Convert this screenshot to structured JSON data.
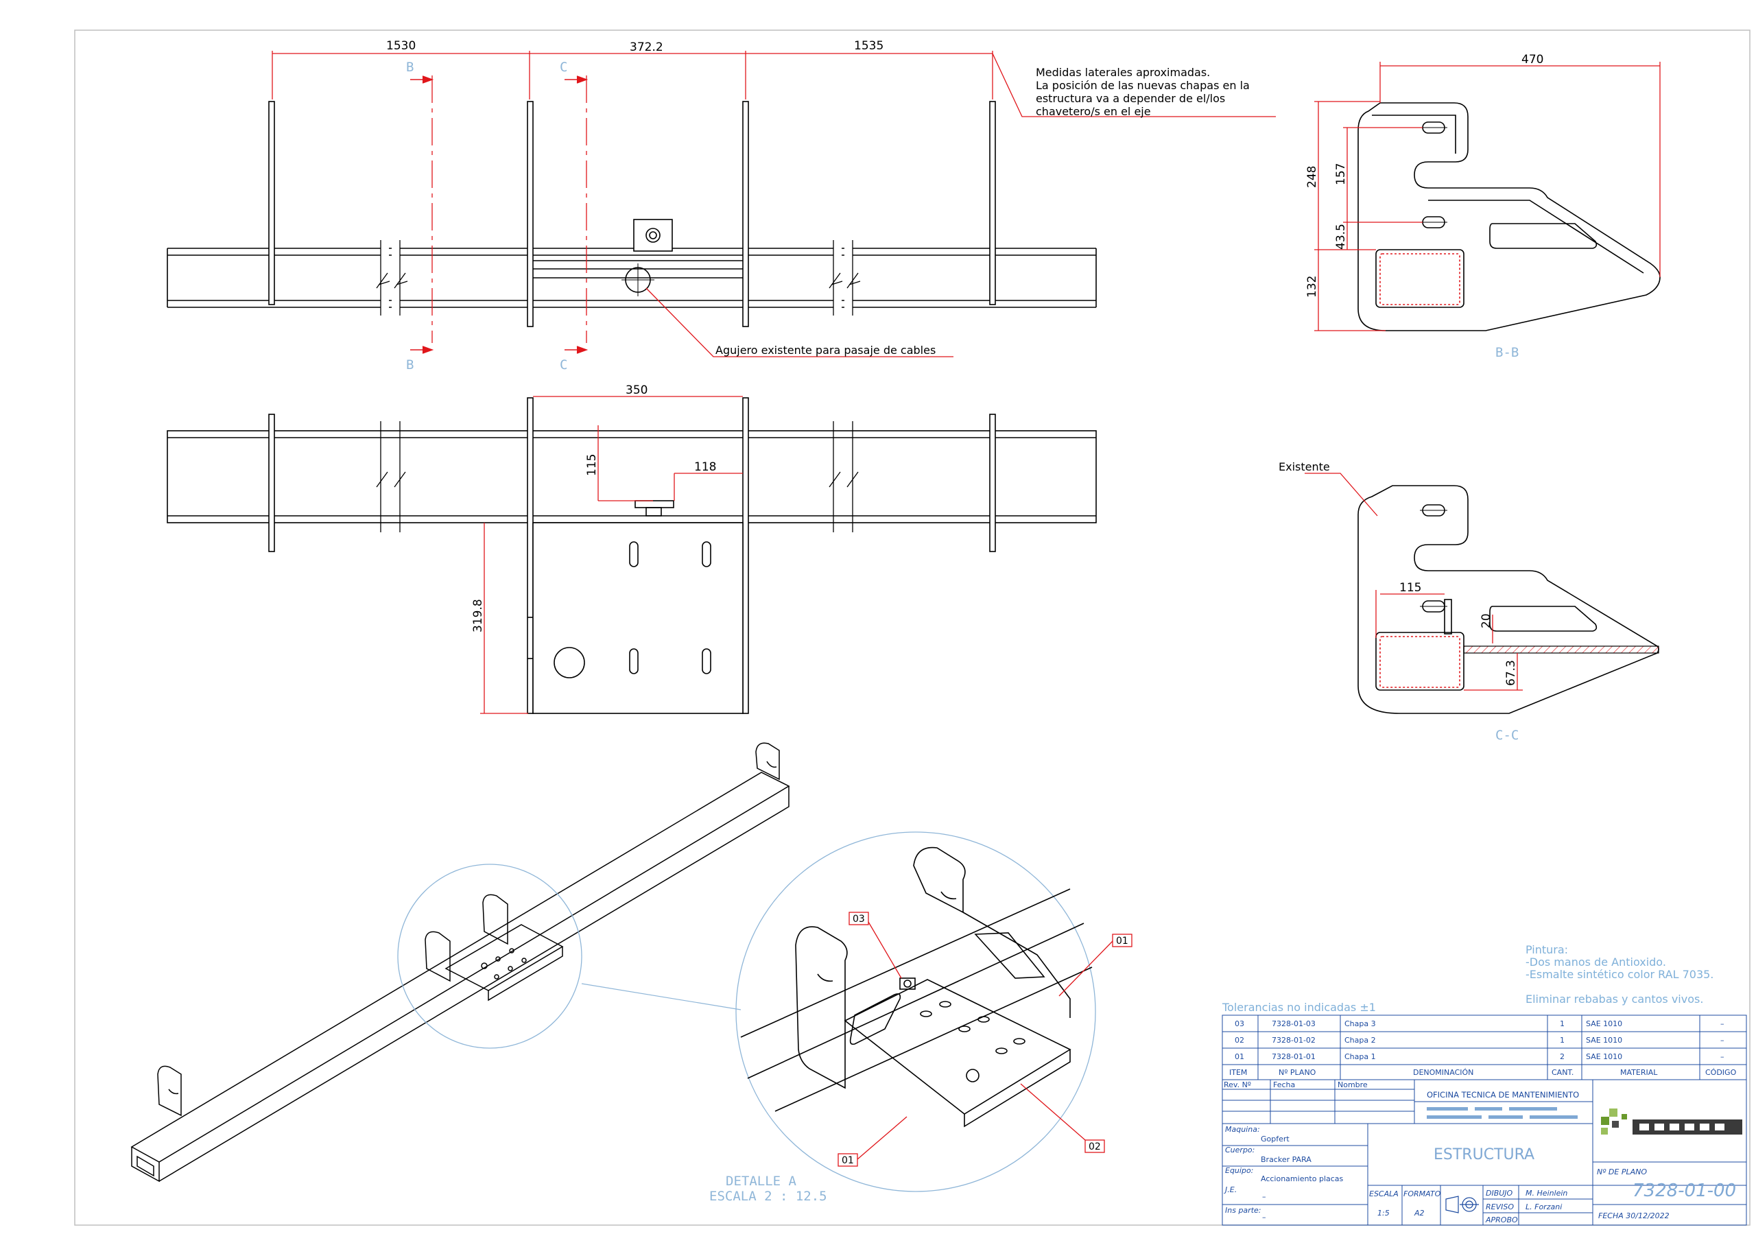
{
  "dimensions": {
    "d1530": "1530",
    "d372": "372.2",
    "d1535": "1535",
    "d470": "470",
    "d248": "248",
    "d157": "157",
    "d43": "43.5",
    "d132": "132",
    "d350": "350",
    "d115a": "115",
    "d118": "118",
    "d319": "319.8",
    "d115b": "115",
    "d20": "20",
    "d67": "67.3"
  },
  "notes": {
    "lateral_1": "Medidas laterales aproximadas.",
    "lateral_2": "La posición de las nuevas chapas en la",
    "lateral_3": "estructura va a depender de el/los",
    "lateral_4": "chavetero/s en el eje",
    "agujero": "Agujero existente para pasaje de cables",
    "existente": "Existente",
    "pintura_1": "Pintura:",
    "pintura_2": "-Dos manos de Antioxido.",
    "pintura_3": "-Esmalte sintético color RAL 7035.",
    "rebabas": "Eliminar rebabas y cantos vivos.",
    "tolerancias": "Tolerancias no indicadas ±1"
  },
  "cut_labels": {
    "b": "B",
    "c": "C",
    "bb": "B-B",
    "cc": "C-C"
  },
  "detail": {
    "line1": "DETALLE A",
    "line2": "ESCALA 2 : 12.5",
    "tag01a": "01",
    "tag01b": "01",
    "tag02": "02",
    "tag03": "03"
  },
  "bom": {
    "rows": [
      {
        "item": "03",
        "plano": "7328-01-03",
        "denom": "Chapa 3",
        "cant": "1",
        "material": "SAE 1010",
        "codigo": "–"
      },
      {
        "item": "02",
        "plano": "7328-01-02",
        "denom": "Chapa 2",
        "cant": "1",
        "material": "SAE 1010",
        "codigo": "–"
      },
      {
        "item": "01",
        "plano": "7328-01-01",
        "denom": "Chapa 1",
        "cant": "2",
        "material": "SAE 1010",
        "codigo": "–"
      }
    ],
    "headers": {
      "item": "ITEM",
      "plano": "Nº PLANO",
      "denom": "DENOMINACIÓN",
      "cant": "CANT.",
      "material": "MATERIAL",
      "codigo": "CÓDIGO"
    }
  },
  "title_block": {
    "rev": "Rev. Nº",
    "fecha": "Fecha",
    "nombre": "Nombre",
    "oficina": "OFICINA TECNICA DE MANTENIMIENTO",
    "maquina_label": "Maquina:",
    "maquina": "Gopfert",
    "cuerpo_label": "Cuerpo:",
    "cuerpo": "Bracker PARA",
    "equipo_label": "Equipo:",
    "equipo": "Accionamiento placas",
    "je_label": "J.E.",
    "je": "–",
    "parte_label": "Ins parte:",
    "parte": "–",
    "titulo": "ESTRUCTURA",
    "escala_label": "ESCALA",
    "escala": "1:5",
    "formato_label": "FORMATO",
    "formato": "A2",
    "dibujo_label": "DIBUJO",
    "dibujo": "M. Heinlein",
    "reviso_label": "REVISO",
    "reviso": "L. Forzani",
    "aprobo_label": "APROBO",
    "aprobo": "",
    "plano_label": "Nº DE PLANO",
    "plano": "7328-01-00",
    "fecha_plano": "FECHA  30/12/2022"
  },
  "colors": {
    "dimension": "#e0161b",
    "cutline": "#8fb6d8",
    "titleblock_text": "#1d4ba0",
    "accent_green": "#6a9a2c"
  }
}
